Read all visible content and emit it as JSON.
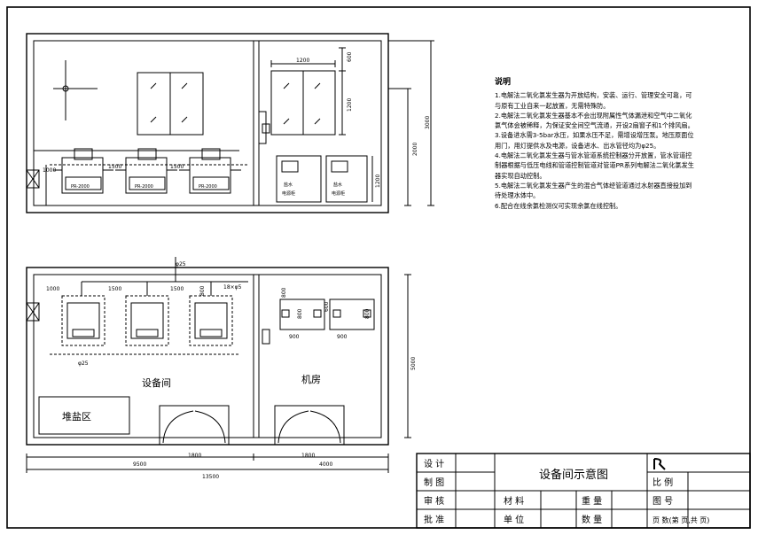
{
  "plan_top": {
    "dims": {
      "d1200": "1200",
      "d600": "600",
      "d1200v": "1200",
      "d2000": "2000",
      "d3000": "3000",
      "d1000": "1000",
      "d1500a": "1500",
      "d1500b": "1500",
      "d1200r": "1200"
    },
    "generators": [
      "PR-2000",
      "PR-2000",
      "PR-2000"
    ],
    "cabinet_labels": [
      "盐水",
      "电源柜",
      "盐水",
      "电源柜"
    ]
  },
  "plan_bottom": {
    "dims": {
      "d1000": "1000",
      "d1500a": "1500",
      "d1500b": "1500",
      "d800": "800",
      "d800b": "800",
      "d600": "600",
      "d800c": "800",
      "d800d": "800",
      "d900a": "900",
      "d900b": "900",
      "d5000": "5000",
      "d1800a": "1800",
      "d1800b": "1800",
      "d9500": "9500",
      "d4000": "4000",
      "d13500": "13500"
    },
    "pipe_label_a": "φ25",
    "pipe_label_b": "φ25",
    "pipe_label_c": "18×φ5",
    "rooms": {
      "equipment": "设备间",
      "machine": "机房",
      "salt": "堆盐区"
    }
  },
  "notes": {
    "heading": "说明",
    "items": [
      "1.电解法二氧化氯发生器为开放结构，安装、运行、管理安全可靠，可与原有工业自来一起放置，无需特殊防。",
      "2.电解法二氧化氯发生器基本不会出现附属性气体漏泄和空气中二氧化氯气体会被稀释，为保证安全间空气流通，开设2扇窗子和1个排风扇。",
      "3.设备进水需3-5bar水压，如果水压不足，需增设增压泵。地压原面位用门，用灯提供水及电源，设备进水、出水管径均为φ25。",
      "4.电解法二氧化氯发生器与管水管道系统控制器分开放置，管水管道控制器根据与低压电线和管道控制管道对管道PR系列电解法二氧化氯发生器实现自动控制。",
      "5.电解法二氧化氯发生器产生的混合气体经管道通过水射器直接投加到待处理水体中。",
      "6.配合在线余氯检测仪可实现余氯在线控制。"
    ]
  },
  "title_block": {
    "drawing_title": "设备间示意图",
    "row_labels": [
      "设  计",
      "制  图",
      "审  核",
      "批  准"
    ],
    "material_label": "材  料",
    "unit_label": "单  位",
    "weight_label": "重  量",
    "quantity_label": "数  量",
    "scale_label": "比  例",
    "drawing_no_label": "图  号",
    "page_label": "页 数(第 页,共 页)"
  },
  "colors": {
    "ink": "#000000",
    "paper": "#ffffff"
  }
}
